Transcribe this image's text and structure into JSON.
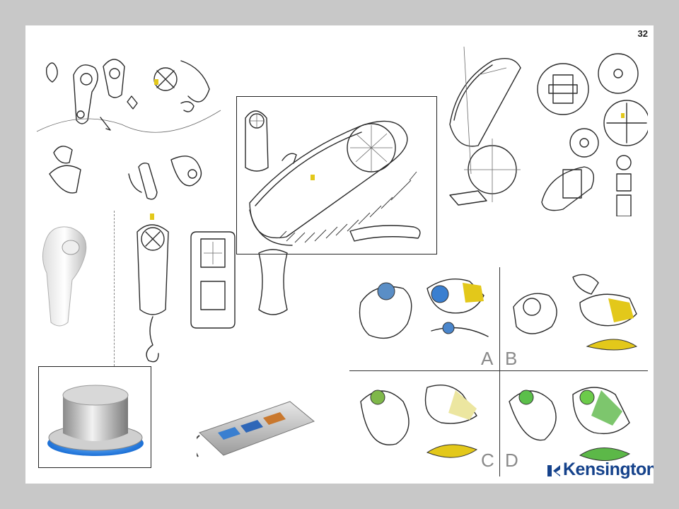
{
  "slide": {
    "page_number": "32",
    "panel_labels": [
      "A",
      "B",
      "C",
      "D"
    ],
    "brand_name": "Kensington",
    "brand_color": "#15428b",
    "icons": [
      "kensington-logo-icon"
    ]
  }
}
